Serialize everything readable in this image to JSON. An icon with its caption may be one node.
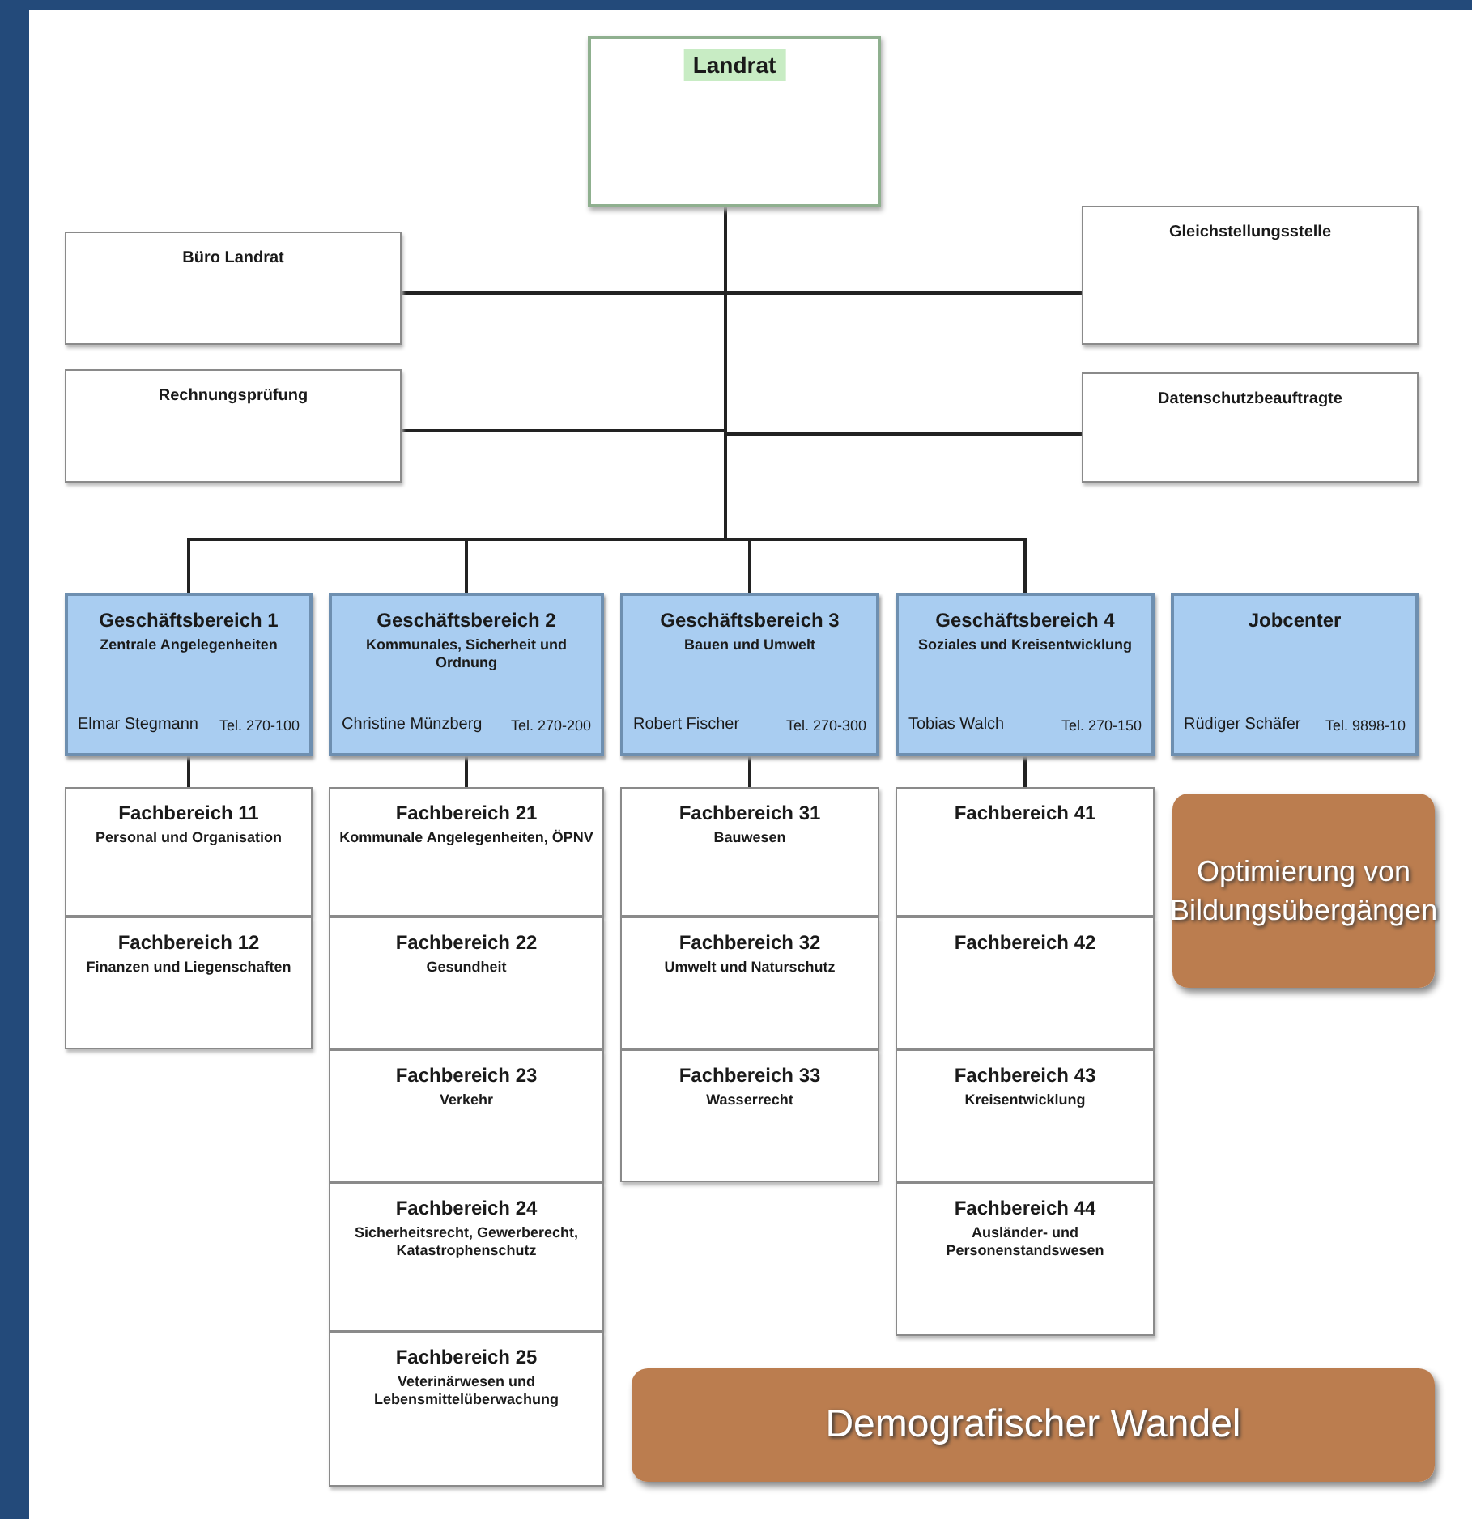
{
  "diagram": {
    "nodes": [
      {
        "text": [
          "Landrat"
        ]
      },
      {
        "text": [
          "Büro Landrat"
        ]
      },
      {
        "text": [
          "Gleichstellungsstelle"
        ]
      },
      {
        "text": [
          "Rechnungsprüfung"
        ]
      },
      {
        "text": [
          "Datenschutzbeauftragte"
        ]
      },
      {
        "text": [
          "Geschäftsbereich 1",
          "Zentrale Angelegenheiten",
          "Elmar Stegmann",
          "Tel. 270-100"
        ]
      },
      {
        "text": [
          "Geschäftsbereich 2",
          "Kommunales, Sicherheit und Ordnung",
          "Christine Münzberg",
          "Tel. 270-200"
        ]
      },
      {
        "text": [
          "Geschäftsbereich 3",
          "Bauen und Umwelt",
          "Robert Fischer",
          "Tel. 270-300"
        ]
      },
      {
        "text": [
          "Geschäftsbereich 4",
          "Soziales und Kreisentwicklung",
          "Tobias Walch",
          "Tel. 270-150"
        ]
      },
      {
        "text": [
          "Jobcenter",
          "Rüdiger Schäfer",
          "Tel. 9898-10"
        ]
      },
      {
        "text": [
          "Fachbereich 11",
          "Personal und Organisation"
        ]
      },
      {
        "text": [
          "Fachbereich 12",
          "Finanzen und Liegenschaften"
        ]
      },
      {
        "text": [
          "Fachbereich 21",
          "Kommunale Angelegenheiten, ÖPNV"
        ]
      },
      {
        "text": [
          "Fachbereich 22",
          "Gesundheit"
        ]
      },
      {
        "text": [
          "Fachbereich 23",
          "Verkehr"
        ]
      },
      {
        "text": [
          "Fachbereich 24",
          "Sicherheitsrecht, Gewerberecht, Katastrophenschutz"
        ]
      },
      {
        "text": [
          "Fachbereich 25",
          "Veterinärwesen und Lebensmittelüberwachung"
        ]
      },
      {
        "text": [
          "Fachbereich 31",
          "Bauwesen"
        ]
      },
      {
        "text": [
          "Fachbereich 32",
          "Umwelt und Naturschutz"
        ]
      },
      {
        "text": [
          "Fachbereich 33",
          "Wasserrecht"
        ]
      },
      {
        "text": [
          "Fachbereich 41"
        ]
      },
      {
        "text": [
          "Fachbereich 42"
        ]
      },
      {
        "text": [
          "Fachbereich 43",
          "Kreisentwicklung"
        ]
      },
      {
        "text": [
          "Fachbereich 44",
          "Ausländer- und Personenstandswesen"
        ]
      },
      {
        "text": [
          "Optimierung von Bildungsübergängen"
        ]
      },
      {
        "text": [
          "Demografischer Wandel"
        ]
      }
    ],
    "edges": [
      {
        "from": 0,
        "to": 1,
        "arrow": "none"
      },
      {
        "from": 0,
        "to": 2,
        "arrow": "none"
      },
      {
        "from": 0,
        "to": 3,
        "arrow": "none"
      },
      {
        "from": 0,
        "to": 4,
        "arrow": "none"
      },
      {
        "from": 0,
        "to": 5,
        "arrow": "none"
      },
      {
        "from": 0,
        "to": 6,
        "arrow": "none"
      },
      {
        "from": 0,
        "to": 7,
        "arrow": "none"
      },
      {
        "from": 0,
        "to": 8,
        "arrow": "none"
      },
      {
        "from": 5,
        "to": 10,
        "arrow": "none"
      },
      {
        "from": 6,
        "to": 12,
        "arrow": "none"
      },
      {
        "from": 7,
        "to": 17,
        "arrow": "none"
      },
      {
        "from": 8,
        "to": 20,
        "arrow": "none"
      }
    ]
  }
}
